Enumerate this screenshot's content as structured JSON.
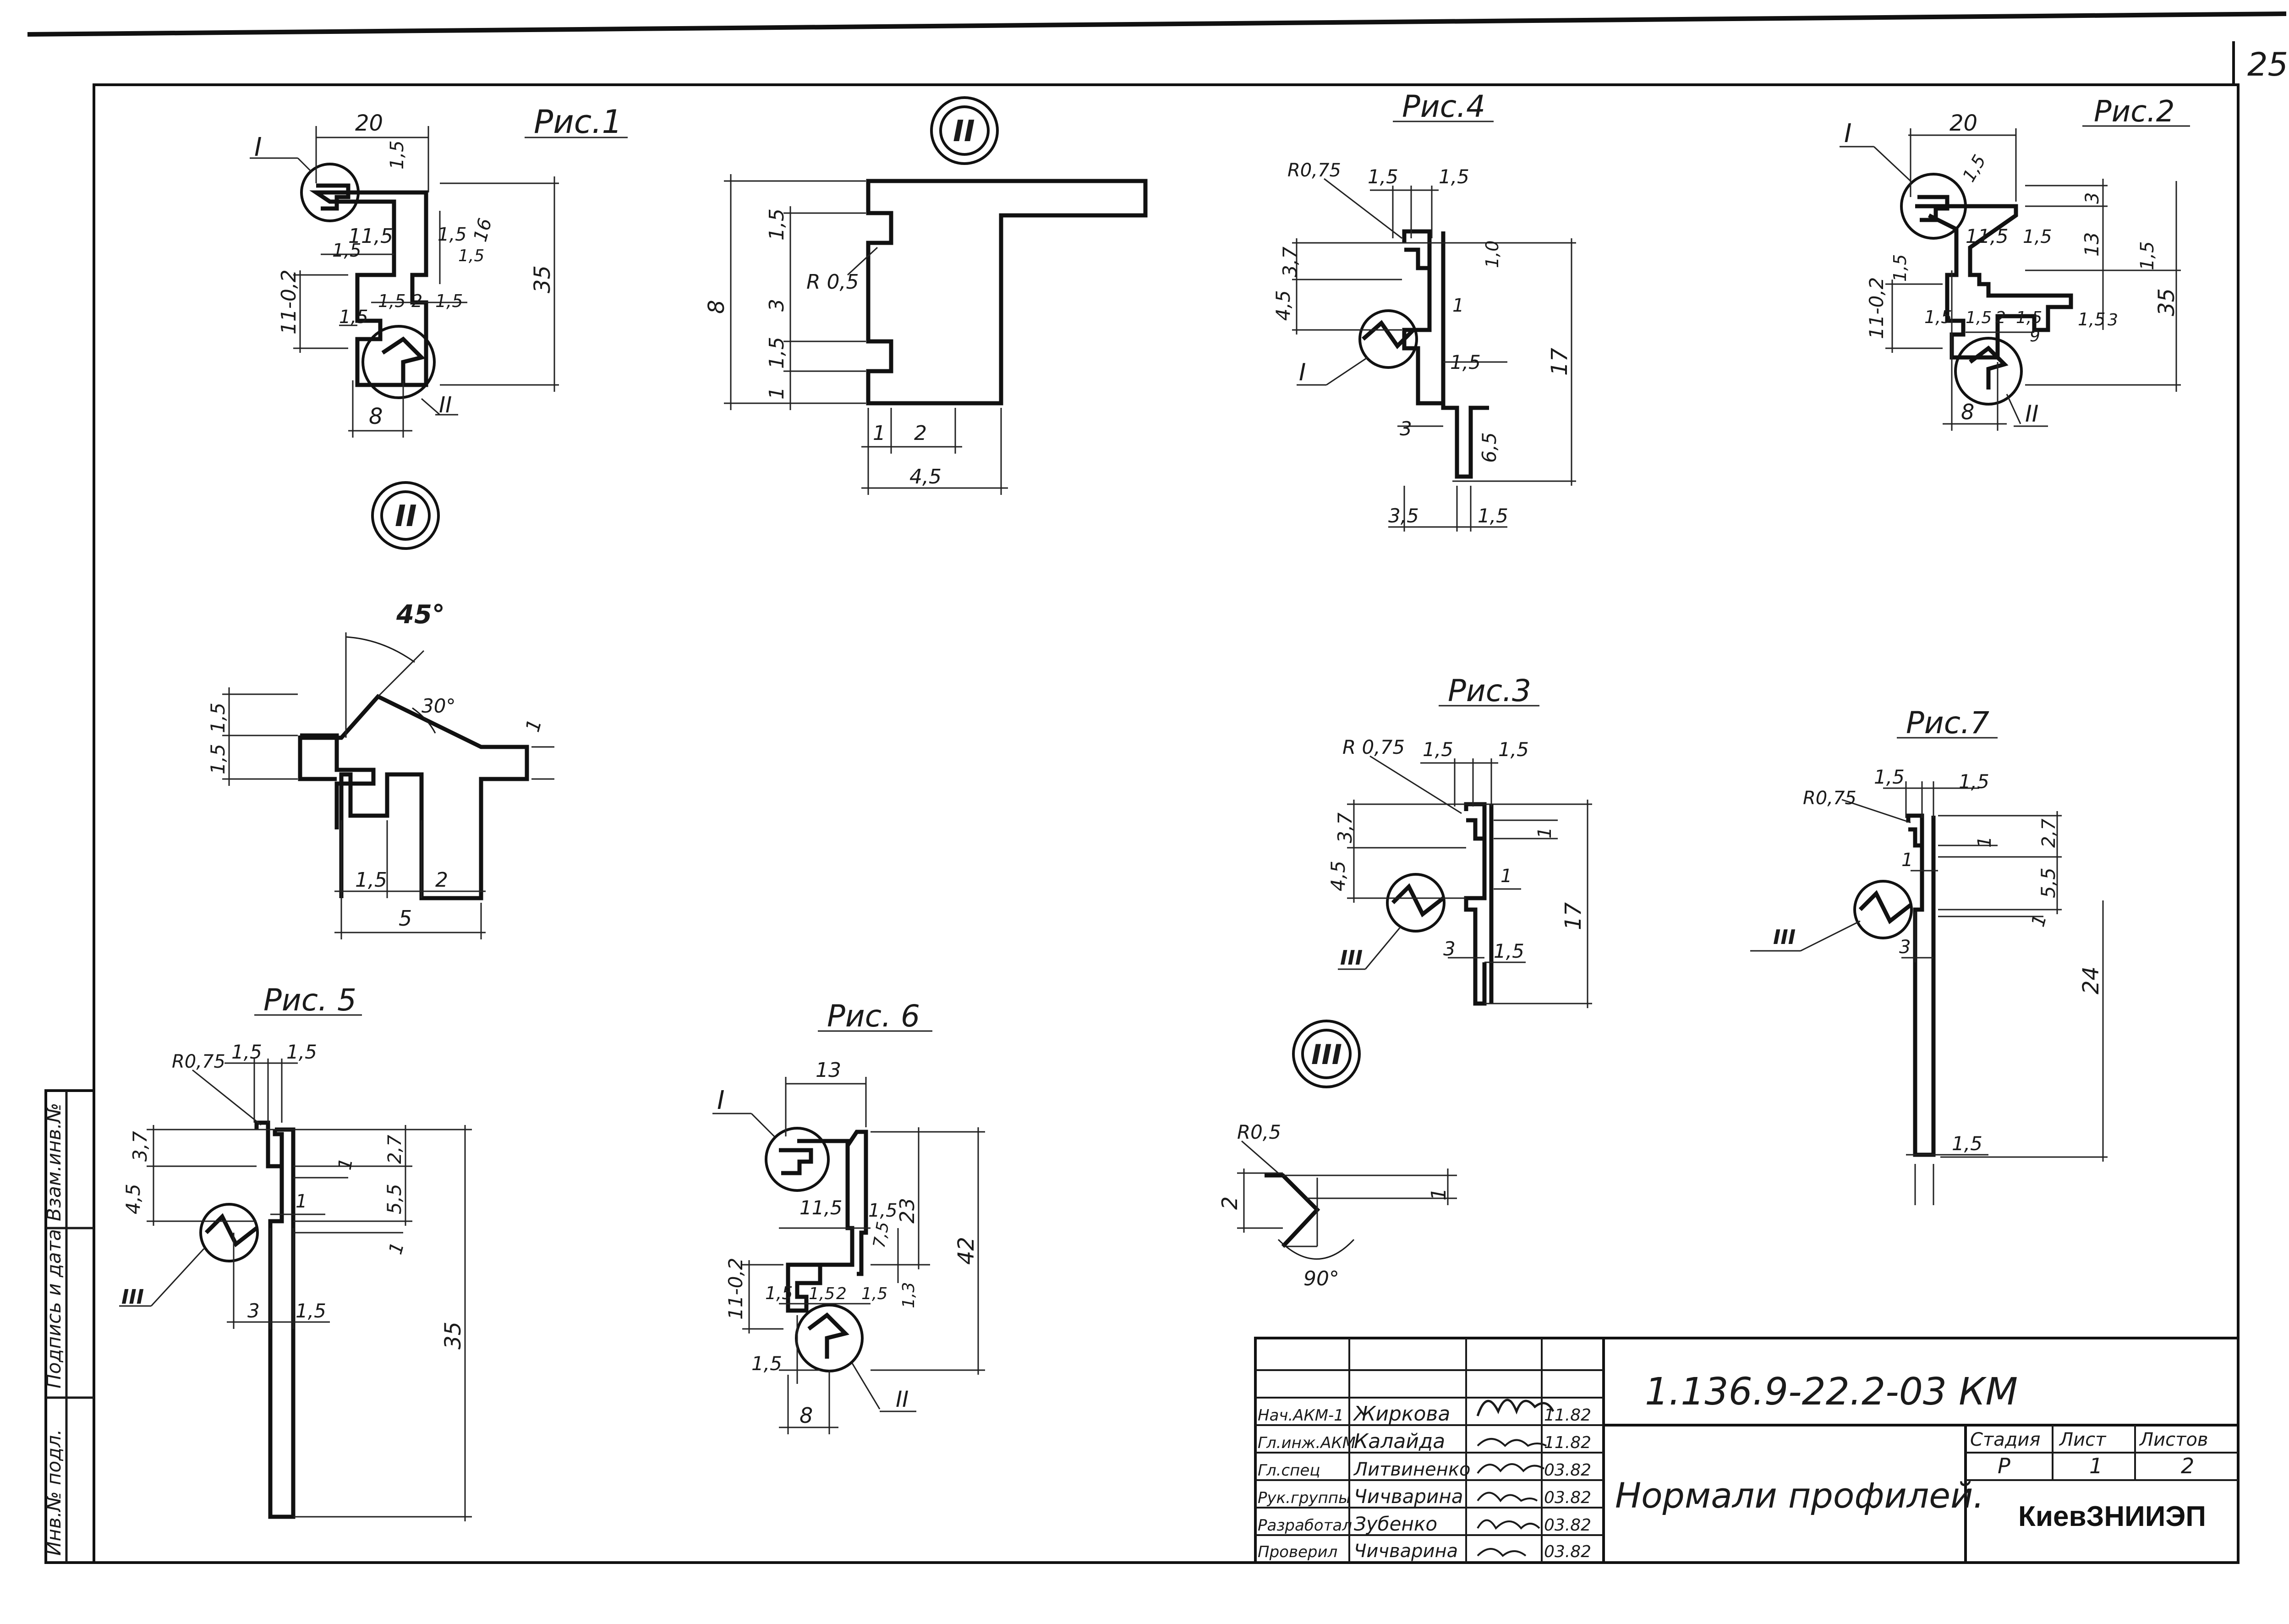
{
  "sheet": {
    "page_number": "25",
    "doc_code": "1.136.9-22.2-03 КМ",
    "title": "Нормали профилей.",
    "org": "КиевЗНИИЭП",
    "stage_label": "Стадия",
    "sheet_label": "Лист",
    "sheets_label": "Листов",
    "stage": "Р",
    "sheet": "1",
    "sheets": "2",
    "side_stamp": [
      "Инв.№ подл.",
      "Подпись и дата",
      "Взам.инв.№"
    ],
    "signatures": [
      {
        "role": "Нач.АКМ-1",
        "name": "Жиркова",
        "date": "11.82"
      },
      {
        "role": "Гл.инж.АКМ",
        "name": "Калайда",
        "date": "11.82"
      },
      {
        "role": "Гл.спец",
        "name": "Литвиненко",
        "date": "03.82"
      },
      {
        "role": "Рук.группы",
        "name": "Чичварина",
        "date": "03.82"
      },
      {
        "role": "Разработал",
        "name": "Зубенко",
        "date": "03.82"
      },
      {
        "role": "Проверил",
        "name": "Чичварина",
        "date": "03.82"
      }
    ]
  },
  "figures": {
    "fig1": {
      "title": "Рис.1",
      "callout_I": "I",
      "callout_II": "II",
      "dims": [
        "20",
        "1,5",
        "11,5",
        "1,5",
        "16",
        "1,5",
        "1,5",
        "1,5",
        "2",
        "1,5",
        "11-0,2",
        "1,5",
        "35",
        "8"
      ]
    },
    "detail2a": {
      "title": "II",
      "dims": [
        "1,5",
        "3",
        "1,5",
        "1",
        "8",
        "R 0,5",
        "1",
        "2",
        "4,5"
      ]
    },
    "fig4": {
      "title": "Рис.4",
      "dims": [
        "R0,75",
        "1,5",
        "1,5",
        "3,7",
        "4,5",
        "1,0",
        "1",
        "1,5",
        "17",
        "3",
        "6,5",
        "3,5",
        "1,5"
      ],
      "callout": "I"
    },
    "fig2": {
      "title": "Рис.2",
      "callout_I": "I",
      "callout_II": "II",
      "dims": [
        "20",
        "1,5",
        "3",
        "11,5",
        "1,5",
        "13",
        "1,5",
        "1,5",
        "11-0,2",
        "1,5",
        "1,5",
        "2",
        "1,5",
        "1,5",
        "9",
        "3",
        "35",
        "8"
      ]
    },
    "detail2b": {
      "title": "II",
      "dims": [
        "45°",
        "30°",
        "1,5",
        "1,5",
        "1",
        "1,5",
        "2",
        "5"
      ]
    },
    "fig3": {
      "title": "Рис.3",
      "dims": [
        "R 0,75",
        "1,5",
        "1,5",
        "3,7",
        "4,5",
        "1",
        "1",
        "17",
        "3",
        "1,5"
      ],
      "callout": "III"
    },
    "fig7": {
      "title": "Рис.7",
      "dims": [
        "R0,75",
        "1,5",
        "1,5",
        "2,7",
        "1",
        "5,5",
        "1",
        "3",
        "24",
        "1,5",
        "1"
      ],
      "callout": "III"
    },
    "fig5": {
      "title": "Рис. 5",
      "dims": [
        "R0,75",
        "1,5",
        "1,5",
        "3,7",
        "4,5",
        "1",
        "2,7",
        "1",
        "5,5",
        "1",
        "3",
        "1,5",
        "35"
      ],
      "callout": "III"
    },
    "fig6": {
      "title": "Рис. 6",
      "callout_I": "I",
      "callout_II": "II",
      "dims": [
        "13",
        "11,5",
        "1,5",
        "7,5",
        "23",
        "42",
        "1,5",
        "1,5",
        "2",
        "1,5",
        "1,3",
        "11-0,2",
        "1,5",
        "8"
      ]
    },
    "detail3": {
      "title": "III",
      "dims": [
        "R0,5",
        "2",
        "1",
        "90°"
      ]
    }
  }
}
